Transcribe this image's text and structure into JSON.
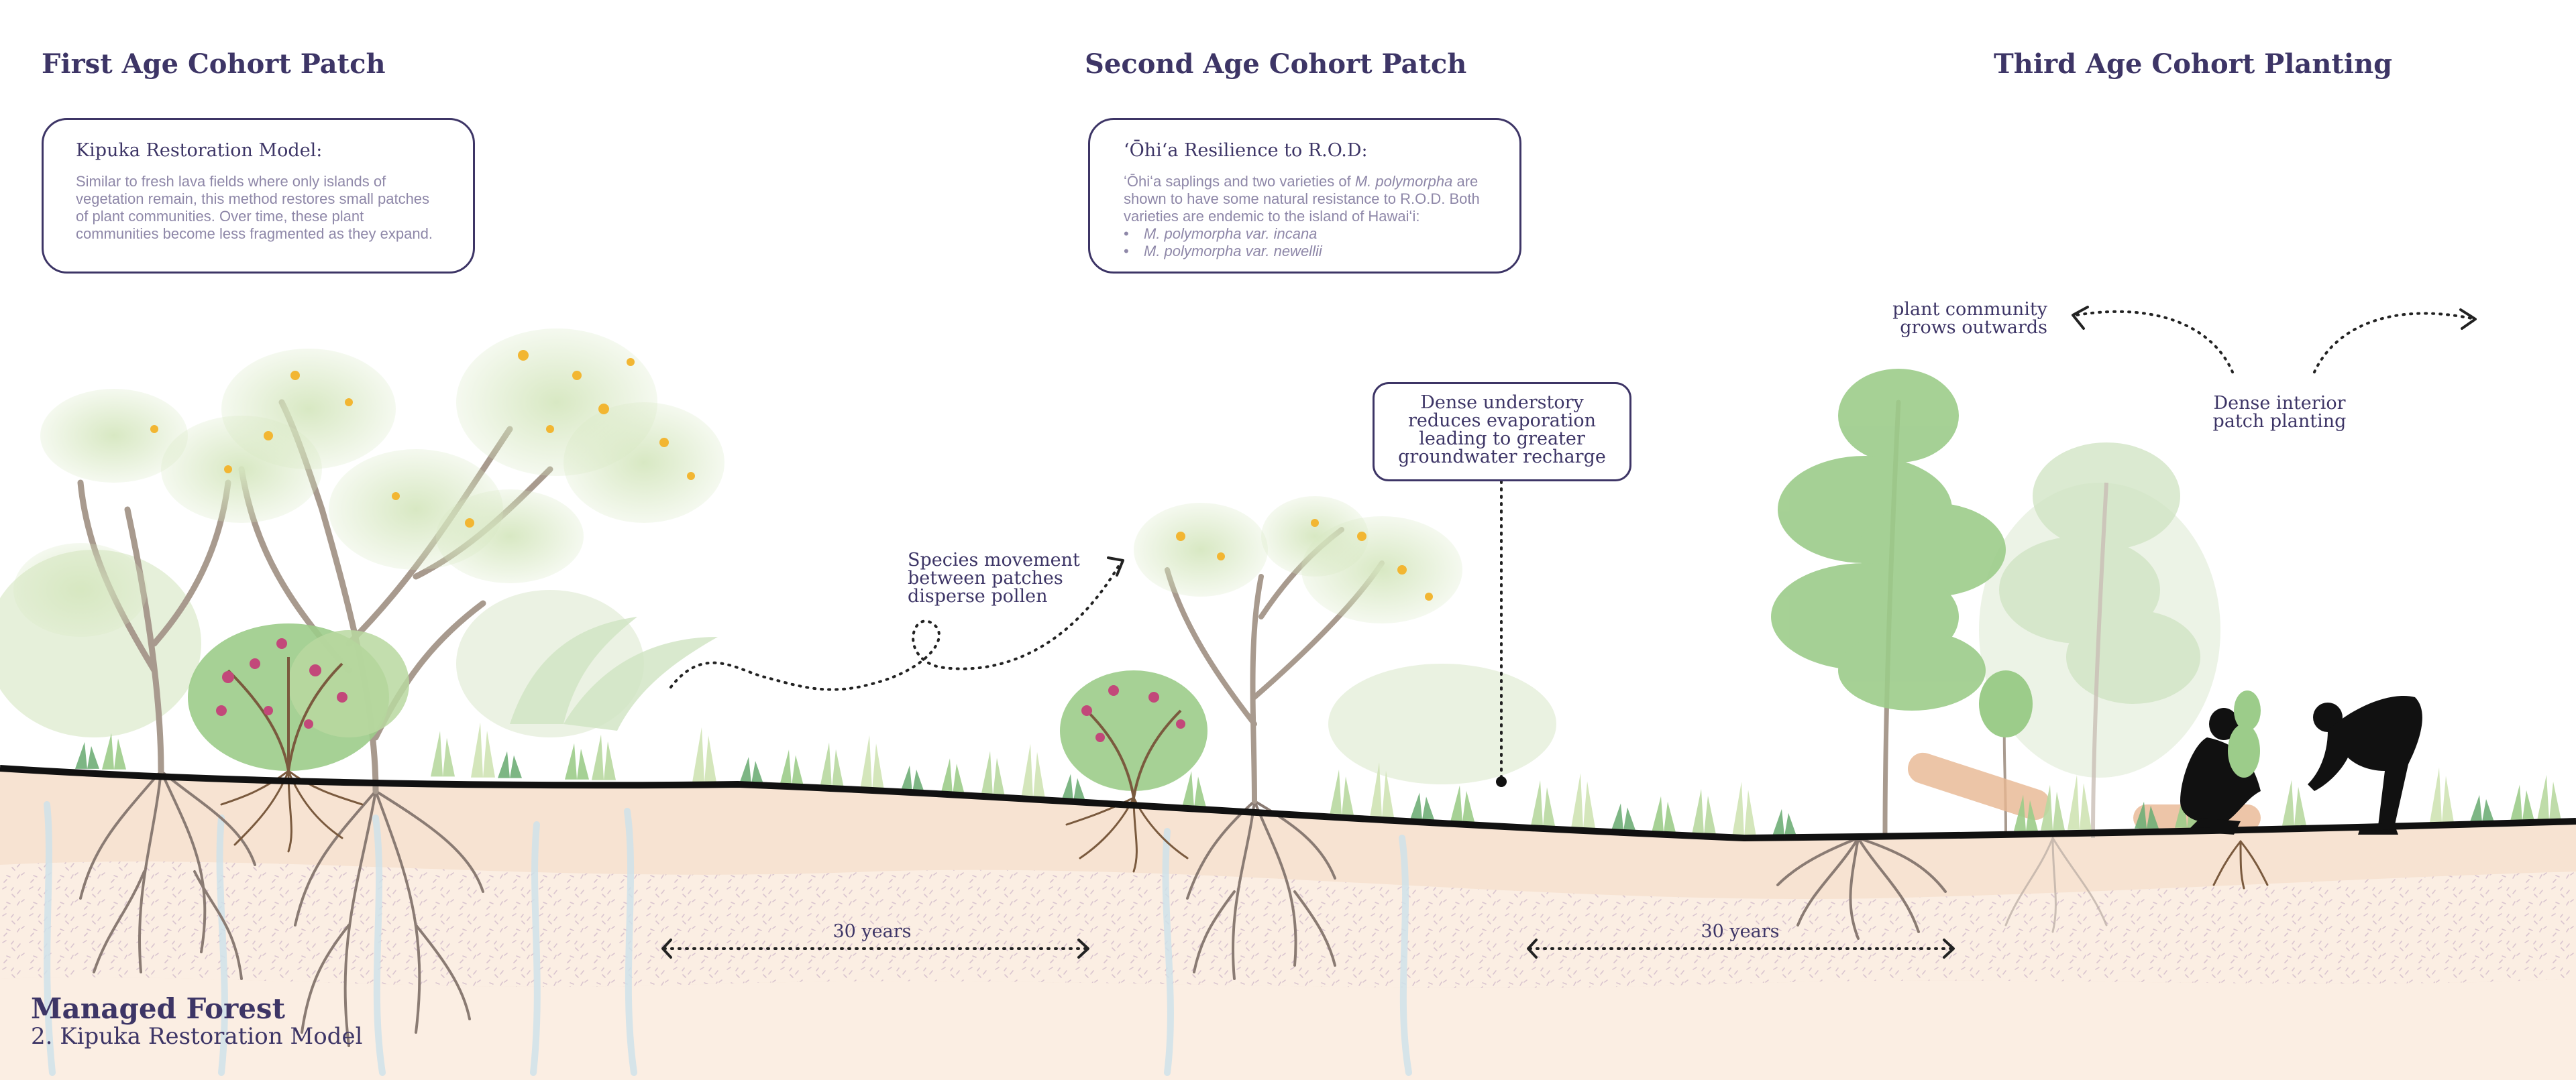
{
  "headings": {
    "first": "First Age Cohort Patch",
    "second": "Second Age Cohort Patch",
    "third": "Third Age Cohort Planting"
  },
  "kipuka_box": {
    "title": "Kipuka Restoration Model:",
    "body": "Similar to fresh lava fields where only islands of vegetation remain, this method restores small patches of plant communities. Over time, these plant communities become less fragmented as they expand."
  },
  "ohia_box": {
    "title": "ʻŌhiʻa Resilience to R.O.D:",
    "body_1": "ʻŌhiʻa saplings and two varieties of ",
    "body_em": "M. polymorpha",
    "body_2": " are shown to have some natural resistance to R.O.D. Both varieties are endemic to the island of Hawaiʻi:",
    "items": [
      "M. polymorpha var. incana",
      "M. polymorpha var. newellii"
    ]
  },
  "labels": {
    "species_movement": [
      "Species movement",
      "between patches",
      "disperse pollen"
    ],
    "dense_understory": [
      "Dense understory",
      "reduces evaporation",
      "leading to greater",
      "groundwater recharge"
    ],
    "plant_community": [
      "plant community",
      "grows outwards"
    ],
    "dense_interior": [
      "Dense interior",
      "patch planting"
    ],
    "years_1": "30 years",
    "years_2": "30 years"
  },
  "footer": {
    "title": "Managed Forest",
    "subtitle": "2. Kipuka Restoration Model"
  },
  "colors": {
    "ink": "#3d3566",
    "muted_text": "#8e87a8",
    "soil_top": "#f7e3d2",
    "soil_bottom": "#fbeee3",
    "speckle": "#d9c4cf",
    "groundline": "#111111",
    "foliage_light": "#cfe3b4",
    "foliage_mid": "#9ccc8a",
    "foliage_dark": "#6fae77",
    "flower_yellow": "#f2b632",
    "flower_pink": "#c2487a",
    "branch": "#a89a8e",
    "root": "#8a7b73",
    "water": "#cfe2ea"
  }
}
